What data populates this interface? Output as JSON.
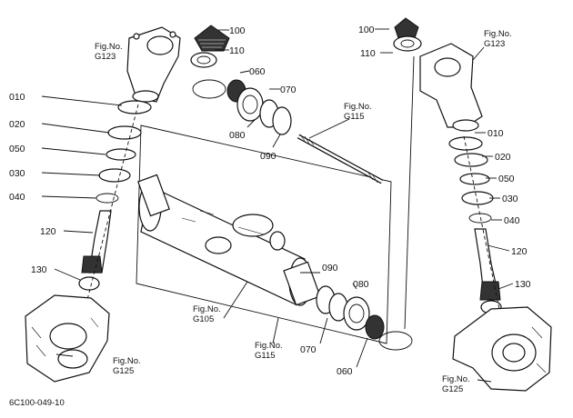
{
  "diagram": {
    "code": "6C100-049-10",
    "parts_left": [
      "100",
      "110",
      "010",
      "020",
      "050",
      "030",
      "040",
      "120",
      "130",
      "060",
      "080",
      "070",
      "090"
    ],
    "parts_right": [
      "100",
      "110",
      "010",
      "020",
      "050",
      "030",
      "040",
      "120",
      "130",
      "090",
      "080",
      "070",
      "060"
    ],
    "fig_refs": {
      "g123_left": "Fig.No. G123",
      "g123_right": "Fig.No. G123",
      "g115_top": "Fig.No. G115",
      "g115_bottom": "Fig.No. G115",
      "g105": "Fig.No. G105",
      "g125_left": "Fig.No. G125",
      "g125_right": "Fig.No. G125"
    }
  }
}
